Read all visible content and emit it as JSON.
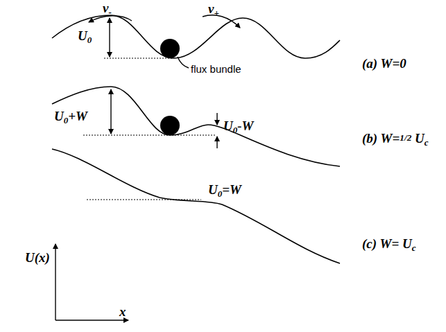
{
  "diagram": {
    "labels": [
      "v-",
      "v+",
      "U0",
      "flux bundle",
      "(a) W=0",
      "U0+W",
      "U0-W",
      "(b) W=1/2 Uc",
      "U0=W",
      "(c) W= Uc",
      "U(x)",
      "x"
    ]
  }
}
